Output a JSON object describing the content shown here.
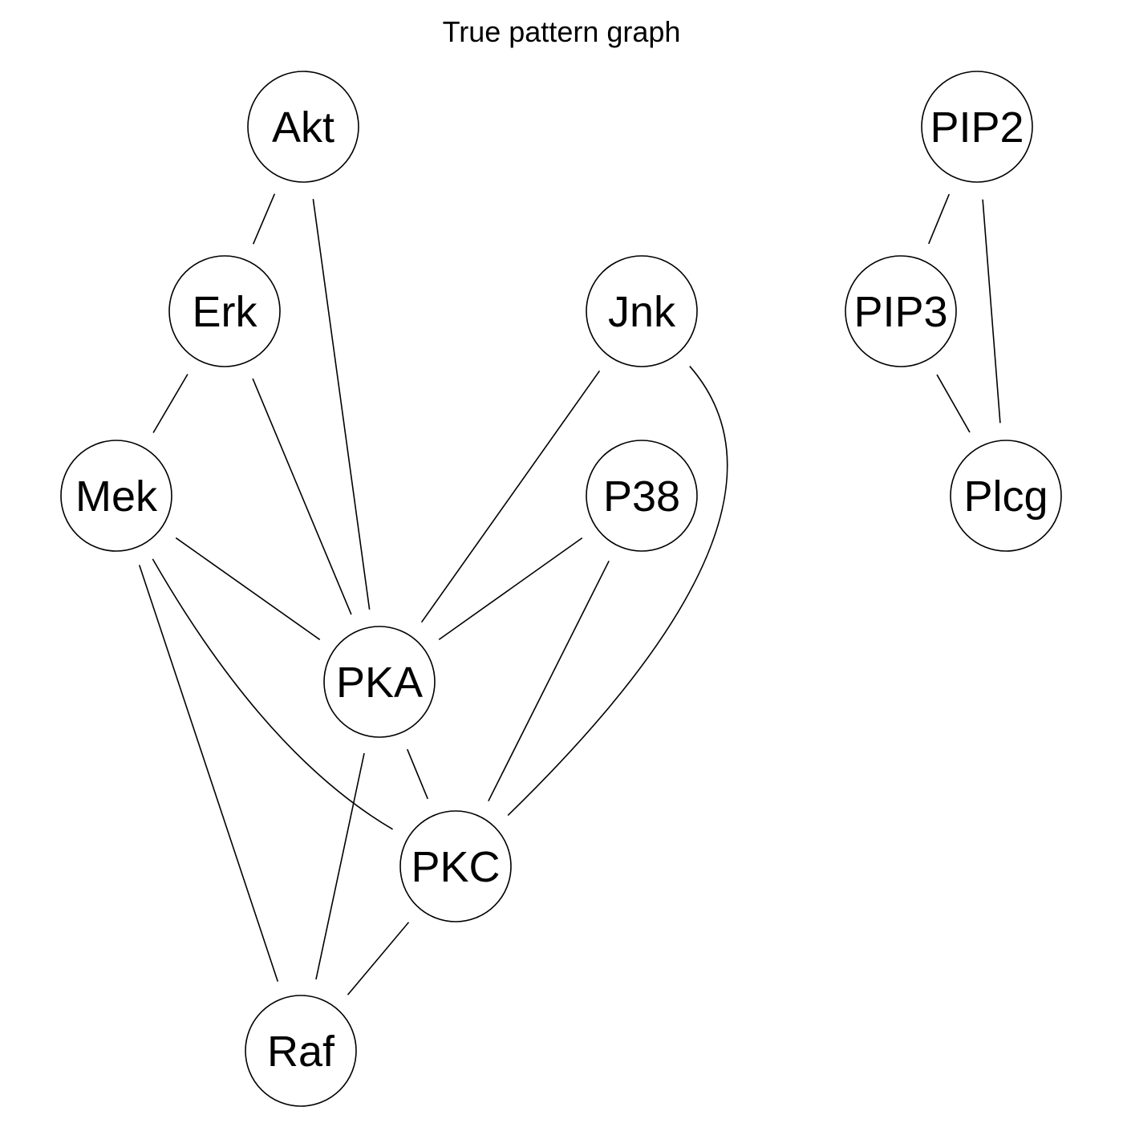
{
  "title": "True pattern graph",
  "nodes": [
    {
      "id": "Akt",
      "label": "Akt"
    },
    {
      "id": "Erk",
      "label": "Erk"
    },
    {
      "id": "Mek",
      "label": "Mek"
    },
    {
      "id": "PKA",
      "label": "PKA"
    },
    {
      "id": "PKC",
      "label": "PKC"
    },
    {
      "id": "Raf",
      "label": "Raf"
    },
    {
      "id": "Jnk",
      "label": "Jnk"
    },
    {
      "id": "P38",
      "label": "P38"
    },
    {
      "id": "PIP2",
      "label": "PIP2"
    },
    {
      "id": "PIP3",
      "label": "PIP3"
    },
    {
      "id": "Plcg",
      "label": "Plcg"
    }
  ],
  "edges": [
    {
      "from": "Akt",
      "to": "Erk"
    },
    {
      "from": "Akt",
      "to": "PKA"
    },
    {
      "from": "Erk",
      "to": "Mek"
    },
    {
      "from": "Erk",
      "to": "PKA"
    },
    {
      "from": "Mek",
      "to": "PKA"
    },
    {
      "from": "Mek",
      "to": "PKC"
    },
    {
      "from": "Mek",
      "to": "Raf"
    },
    {
      "from": "Jnk",
      "to": "PKA"
    },
    {
      "from": "Jnk",
      "to": "PKC"
    },
    {
      "from": "P38",
      "to": "PKA"
    },
    {
      "from": "P38",
      "to": "PKC"
    },
    {
      "from": "PKA",
      "to": "PKC"
    },
    {
      "from": "PKA",
      "to": "Raf"
    },
    {
      "from": "PKC",
      "to": "Raf"
    },
    {
      "from": "PIP2",
      "to": "PIP3"
    },
    {
      "from": "PIP2",
      "to": "Plcg"
    },
    {
      "from": "PIP3",
      "to": "Plcg"
    }
  ]
}
